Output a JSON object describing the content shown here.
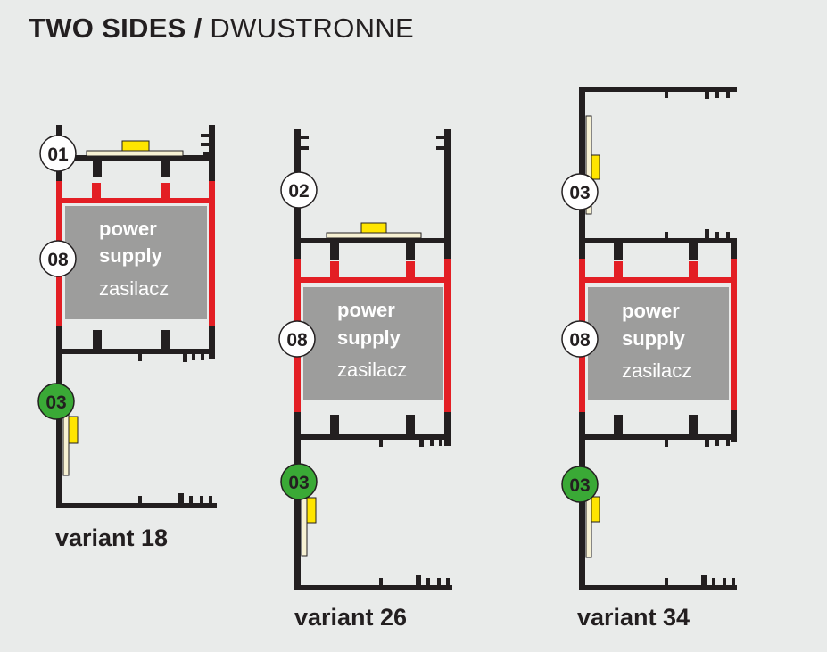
{
  "title": {
    "bold": "TWO SIDES /",
    "light": "DWUSTRONNE"
  },
  "power_supply": {
    "line1": "power",
    "line2": "supply",
    "line3": "zasilacz"
  },
  "variants": [
    {
      "label": "variant 18",
      "markers": [
        "01",
        "08",
        "03"
      ]
    },
    {
      "label": "variant 26",
      "markers": [
        "02",
        "08",
        "03"
      ]
    },
    {
      "label": "variant 34",
      "markers": [
        "03",
        "08",
        "03"
      ]
    }
  ],
  "colors": {
    "profile": "#231f20",
    "power_profile": "#e31e24",
    "power_supply": "#9d9d9c",
    "led": "#ffe500",
    "marker_green": "#3aa936"
  }
}
